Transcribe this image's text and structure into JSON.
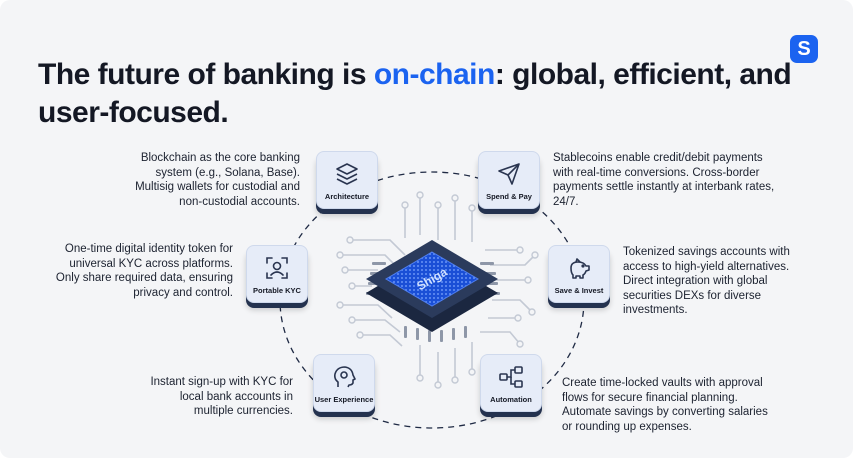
{
  "brand": {
    "logo_letter": "S"
  },
  "headline": {
    "before": "The future of banking is ",
    "accent": "on-chain",
    "after": ": global, efficient, and user-focused."
  },
  "chip": {
    "label": "Shiga"
  },
  "nodes": [
    {
      "label": "Architecture",
      "icon": "layers-icon"
    },
    {
      "label": "Spend & Pay",
      "icon": "send-icon"
    },
    {
      "label": "Portable KYC",
      "icon": "face-scan-icon"
    },
    {
      "label": "Save & Invest",
      "icon": "piggy-bank-icon"
    },
    {
      "label": "User Experience",
      "icon": "head-gear-icon"
    },
    {
      "label": "Automation",
      "icon": "workflow-icon"
    }
  ],
  "descriptions": {
    "architecture": [
      "Blockchain as the core banking",
      "system (e.g., Solana, Base).",
      "Multisig wallets for custodial and",
      "non-custodial accounts."
    ],
    "spend_pay": [
      "Stablecoins enable credit/debit payments",
      "with real-time conversions. Cross-border",
      "payments settle instantly at interbank rates,",
      "24/7."
    ],
    "portable_kyc": [
      "One-time digital identity token for",
      "universal KYC across platforms.",
      "Only share required data, ensuring",
      "privacy and control."
    ],
    "save_invest": [
      "Tokenized savings accounts with",
      "access to high-yield alternatives.",
      "Direct integration with global",
      "securities DEXs for diverse",
      "investments."
    ],
    "user_experience": [
      "Instant sign-up with KYC for",
      "local bank accounts in",
      "multiple currencies."
    ],
    "automation": [
      "Create time-locked vaults with approval",
      "flows for secure financial planning.",
      "Automate savings by converting salaries",
      "or rounding up expenses."
    ]
  },
  "colors": {
    "accent": "#1b63f0",
    "dark": "#141824",
    "card": "#e6ecf8",
    "chip": "#22324f"
  }
}
